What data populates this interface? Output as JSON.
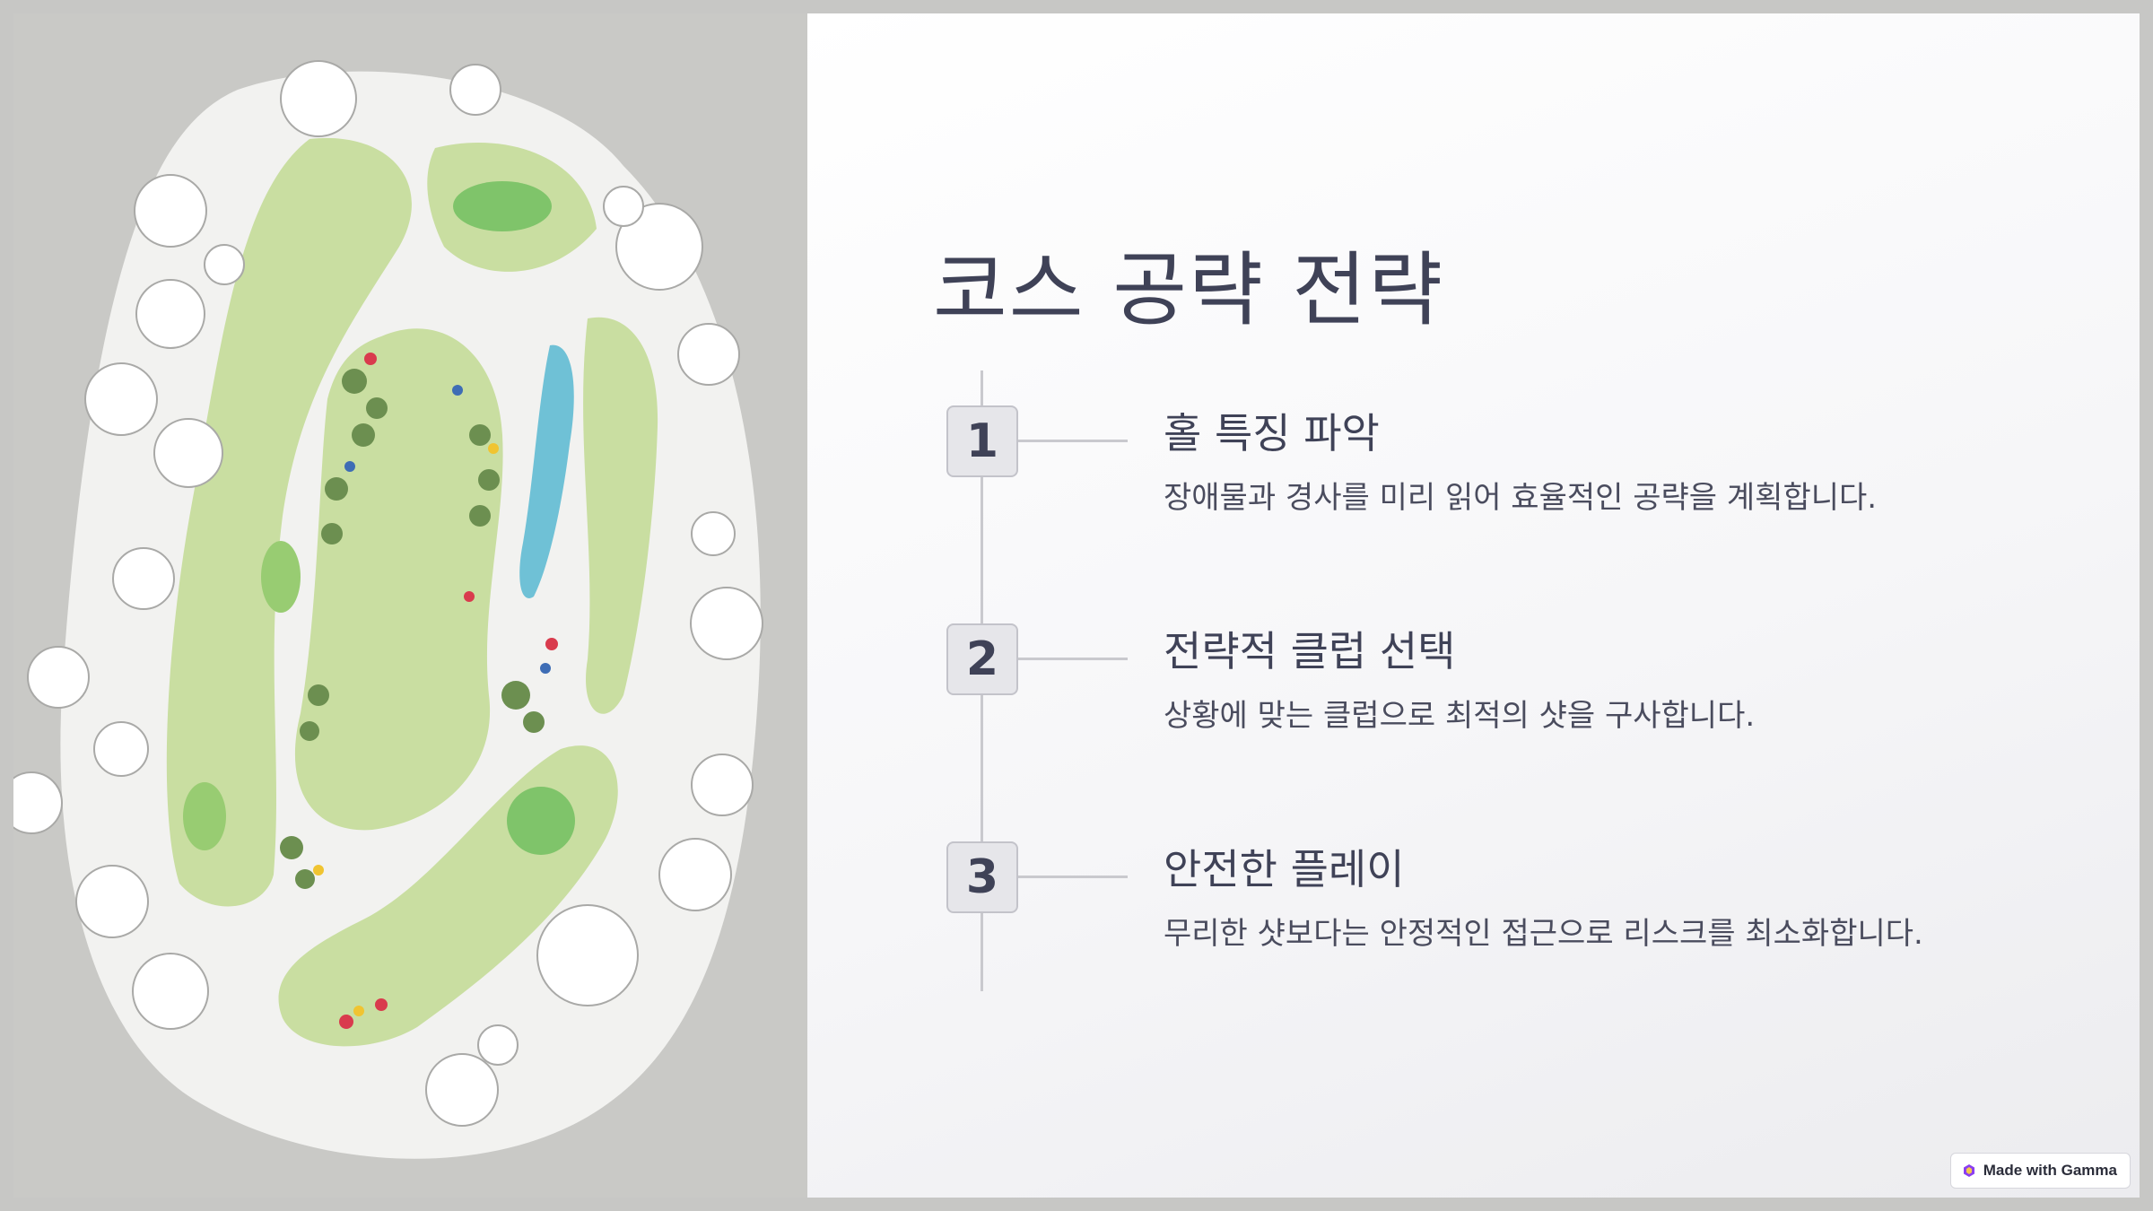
{
  "slide": {
    "title": "코스 공략 전략",
    "steps": [
      {
        "number": "1",
        "heading": "홀 특징 파악",
        "description": "장애물과 경사를 미리 읽어 효율적인 공략을 계획합니다."
      },
      {
        "number": "2",
        "heading": "전략적 클럽 선택",
        "description": "상황에 맞는 클럽으로 최적의 샷을 구사합니다."
      },
      {
        "number": "3",
        "heading": "안전한 플레이",
        "description": "무리한 샷보다는 안정적인 접근으로 리스크를 최소화합니다."
      }
    ]
  },
  "image": {
    "icon": "golf-course-map-illustration"
  },
  "badge": {
    "label": "Made with Gamma",
    "icon": "gamma-logo-icon"
  },
  "colors": {
    "title": "#3f4257",
    "fairway": "#c9dea1",
    "water": "#6fc1d6",
    "snow": "#f2f2f0"
  }
}
